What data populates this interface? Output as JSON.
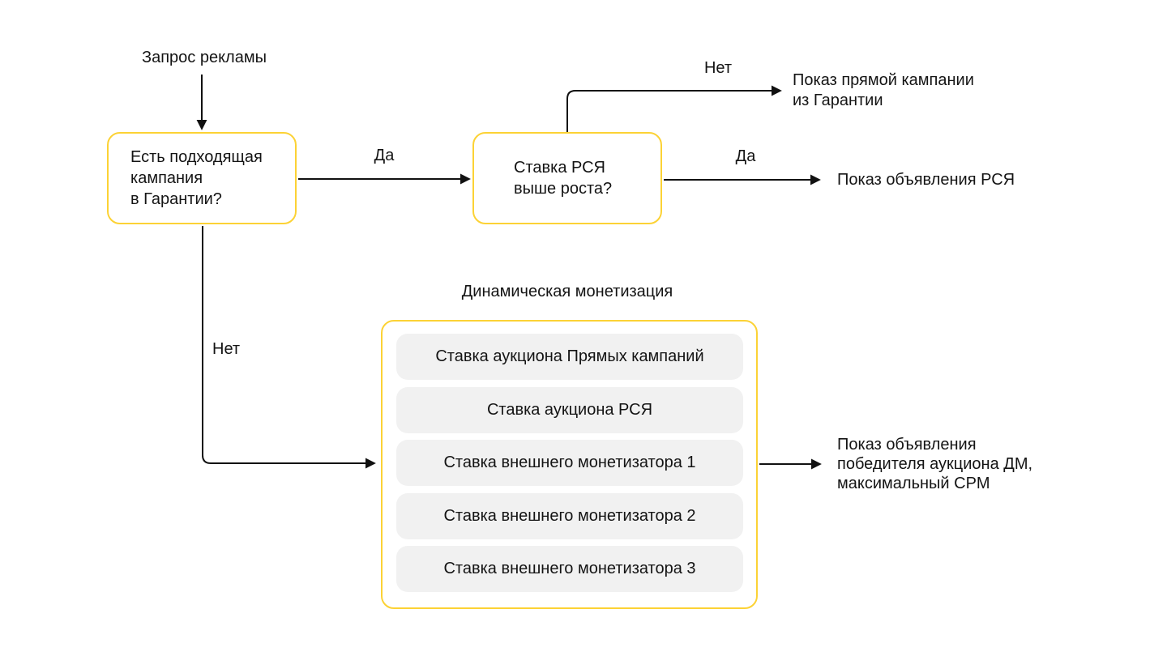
{
  "colors": {
    "accent": "#fcd235",
    "item-bg": "#f1f1f1",
    "text": "#141414",
    "line": "#111111"
  },
  "start": {
    "label": "Запрос рекламы"
  },
  "decisions": {
    "guarantee": "Есть подходящая\nкампания\nв Гарантии?",
    "rsya_bid": "Ставка РСЯ\nвыше роста?"
  },
  "edge_labels": {
    "guarantee_yes": "Да",
    "guarantee_no": "Нет",
    "rsya_yes": "Да",
    "rsya_no": "Нет"
  },
  "outcomes": {
    "direct_guarantee": "Показ прямой кампании\nиз Гарантии",
    "rsya_ad": "Показ объявления РСЯ",
    "dm_winner": "Показ объявления\nпобедителя аукциона ДМ,\nмаксимальный CPM"
  },
  "dm_group": {
    "title": "Динамическая монетизация",
    "items": [
      "Ставка аукциона Прямых кампаний",
      "Ставка аукциона РСЯ",
      "Ставка внешнего монетизатора 1",
      "Ставка внешнего монетизатора 2",
      "Ставка внешнего монетизатора 3"
    ]
  }
}
